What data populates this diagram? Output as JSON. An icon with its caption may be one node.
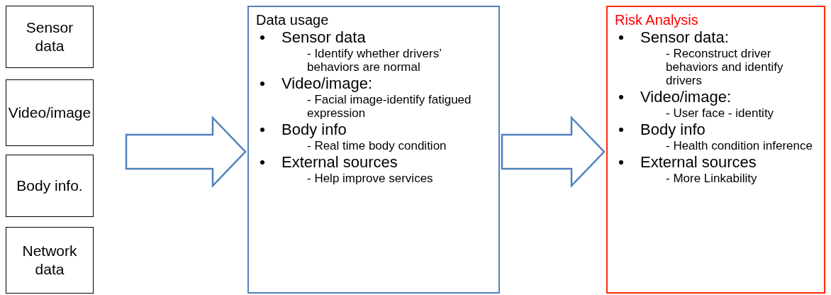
{
  "diagram": {
    "nodes": [
      {
        "text": [
          "Sensor data"
        ]
      },
      {
        "text": [
          "Video/image"
        ]
      },
      {
        "text": [
          "Body info."
        ]
      },
      {
        "text": [
          "Network data"
        ]
      },
      {
        "text": [
          "Data usage",
          "Sensor data",
          "- Identify whether drivers’ behaviors are normal",
          "Video/image:",
          "- Facial image-identify fatigued expression",
          "Body info",
          "- Real time body condition",
          "External sources",
          "- Help improve services"
        ]
      },
      {
        "text": [
          "Risk Analysis",
          "Sensor data:",
          "- Reconstruct driver behaviors and identify drivers",
          "Video/image:",
          "- User face - identity",
          "Body info",
          "- Health condition inference",
          "External sources",
          "- More Linkability"
        ]
      }
    ],
    "edges": [
      {
        "from": null,
        "to": 4,
        "arrow": "to"
      },
      {
        "from": 4,
        "to": 5,
        "arrow": "to"
      }
    ]
  }
}
